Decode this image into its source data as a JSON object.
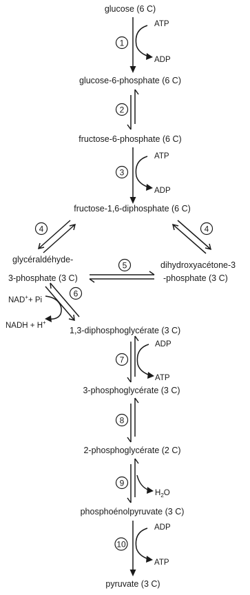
{
  "metabolites": {
    "glucose": "glucose (6 C)",
    "g6p": "glucose-6-phosphate (6 C)",
    "f6p": "fructose-6-phosphate (6 C)",
    "fbp": "fructose-1,6-diphosphate (6 C)",
    "gap_1": "glycéraldéhyde-",
    "gap_2": "3-phosphate (3 C)",
    "dhap_1": "dihydroxyacétone-3",
    "dhap_2": "-phosphate (3 C)",
    "bpg": "1,3-diphosphoglycérate (3 C)",
    "pg3": "3-phosphoglycérate (3 C)",
    "pg2": "2-phosphoglycérate (2 C)",
    "pep": "phosphoénolpyruvate (3 C)",
    "pyruvate": "pyruvate (3 C)"
  },
  "steps": {
    "s1": "1",
    "s2": "2",
    "s3": "3",
    "s4a": "4",
    "s4b": "4",
    "s5": "5",
    "s6": "6",
    "s7": "7",
    "s8": "8",
    "s9": "9",
    "s10": "10"
  },
  "cofactors": {
    "atp_1": "ATP",
    "adp_1": "ADP",
    "atp_3": "ATP",
    "adp_3": "ADP",
    "nad": "NAD",
    "nad_sup": "+",
    "pi": "+ Pi",
    "nadh": "NADH + H",
    "nadh_sup": "+",
    "adp_7": "ADP",
    "atp_7": "ATP",
    "h2o_h": "H",
    "h2o_2": "2",
    "h2o_o": "O",
    "adp_10": "ADP",
    "atp_10": "ATP"
  }
}
